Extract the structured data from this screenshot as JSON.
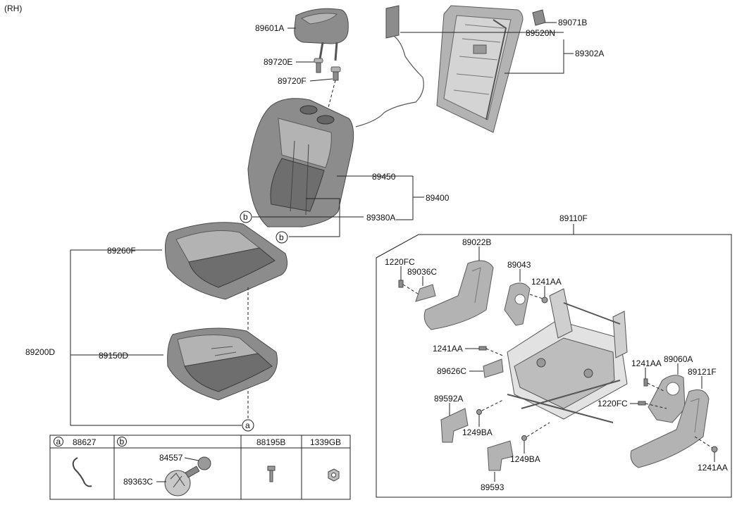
{
  "side": "(RH)",
  "parts": {
    "headrest": "89601A",
    "guide_e": "89720E",
    "guide_f": "89720F",
    "back_pad": "89071B",
    "back_wire": "89520N",
    "back_frame": "89302A",
    "back_cover": "89450",
    "back_assy": "89400",
    "back_foam": "89380A",
    "cushion_cover": "89260F",
    "cushion_assy": "89200D",
    "cushion_foam": "89150D",
    "track_assy": "89110F",
    "cover_front": "89022B",
    "screw_fc_1": "1220FC",
    "cover_inner": "89036C",
    "bracket": "89043",
    "bolt_aa_1": "1241AA",
    "bolt_aa_2": "1241AA",
    "cover_626": "89626C",
    "cover_592": "89592A",
    "bolt_ba_1": "1249BA",
    "bolt_ba_2": "1249BA",
    "cover_593": "89593",
    "bolt_aa_3": "1241AA",
    "recliner": "89060A",
    "side_shield": "89121F",
    "screw_fc_2": "1220FC",
    "bolt_aa_4": "1241AA"
  },
  "markers": {
    "a": "a",
    "b": "b"
  },
  "legend": {
    "a_letter": "a",
    "a_part": "88627",
    "b_letter": "b",
    "b_part_1": "84557",
    "b_part_2": "89363C",
    "col3_part": "88195B",
    "col4_part": "1339GB"
  }
}
